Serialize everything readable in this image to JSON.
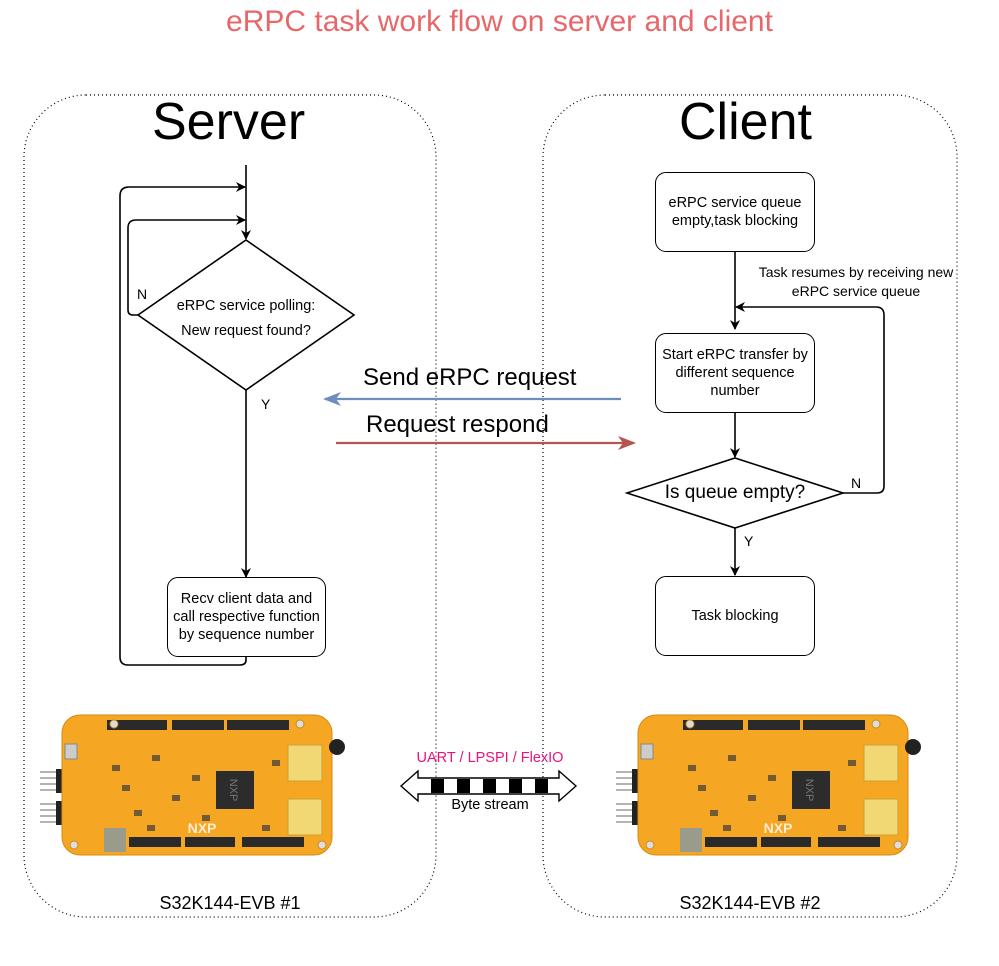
{
  "title": "eRPC task work flow on server and client",
  "colors": {
    "title": "#e8676a",
    "send_arrow": "#6c8ebf",
    "respond_arrow": "#b85450",
    "interface_text": "#e8137b",
    "board": "#f5a623"
  },
  "server": {
    "heading": "Server",
    "decision": "eRPC service polling: New request found?",
    "decision_line1": "eRPC service polling:",
    "decision_line2": "New request found?",
    "no_label": "N",
    "yes_label": "Y",
    "process": "Recv client data and call respective function by sequence number",
    "board_label": "S32K144-EVB #1"
  },
  "client": {
    "heading": "Client",
    "box_blocking_queue": "eRPC service queue empty,task blocking",
    "resume_note": "Task resumes by receiving new eRPC service queue",
    "resume_note_line1": "Task resumes by receiving new",
    "resume_note_line2": "eRPC service queue",
    "box_transfer": "Start eRPC transfer by different sequence number",
    "decision": "Is queue empty?",
    "no_label": "N",
    "yes_label": "Y",
    "box_task_blocking": "Task blocking",
    "board_label": "S32K144-EVB #2"
  },
  "messages": {
    "send": "Send eRPC request",
    "respond": "Request respond"
  },
  "link": {
    "interfaces": "UART / LPSPI / FlexIO",
    "stream": "Byte stream"
  },
  "board": {
    "logo": "NXP"
  }
}
